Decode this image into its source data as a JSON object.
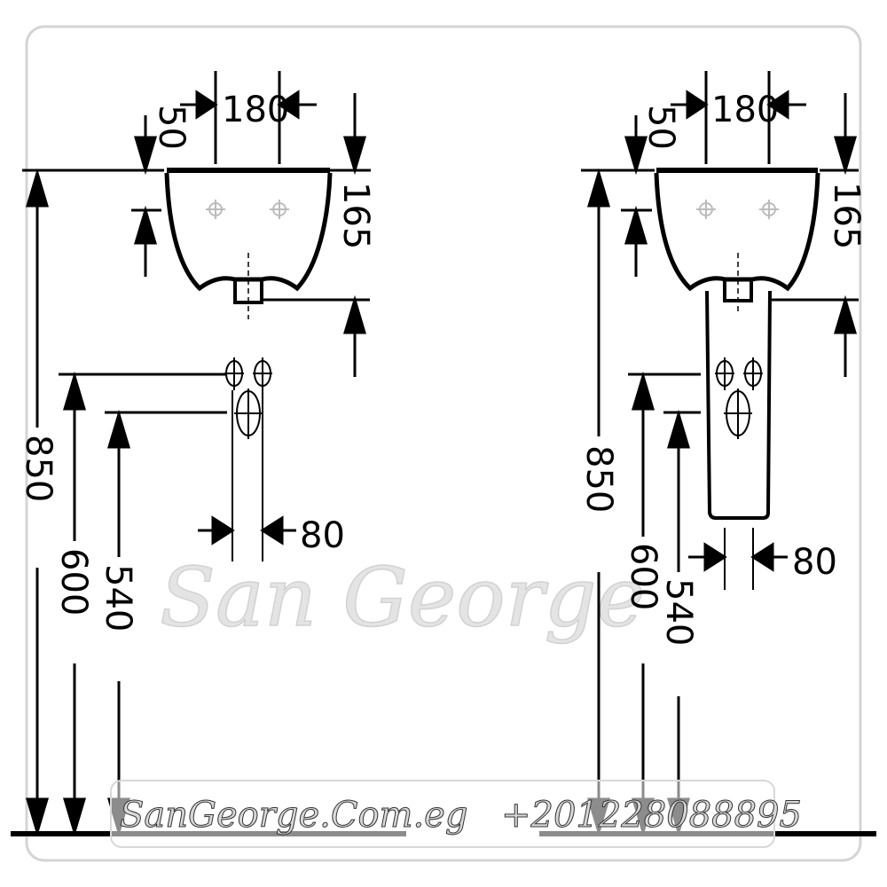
{
  "watermark": {
    "brand": "San George",
    "website": "SanGeorge.Com.eg",
    "phone": "+201228088895"
  },
  "left_view": {
    "top_gap": "50",
    "tap_spacing": "180",
    "basin_depth": "165",
    "rim_height": "850",
    "supply_height": "600",
    "waste_height": "540",
    "waste_width": "80"
  },
  "right_view": {
    "top_gap": "50",
    "tap_spacing": "180",
    "basin_depth": "165",
    "rim_height": "850",
    "supply_height": "600",
    "waste_height": "540",
    "waste_width": "80"
  }
}
